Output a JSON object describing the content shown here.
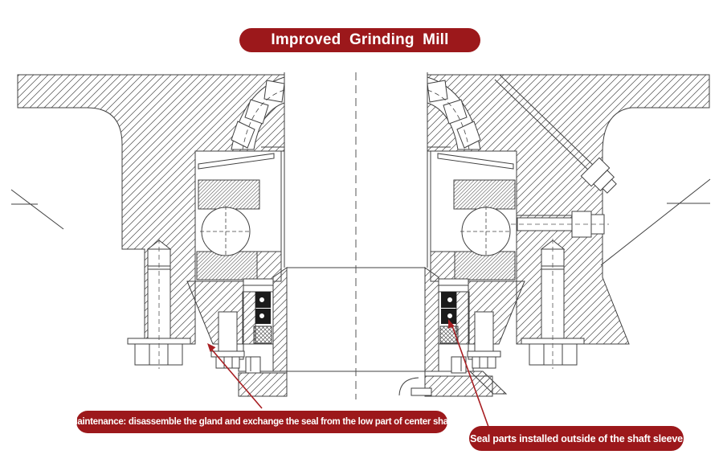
{
  "title": {
    "text": "Improved Grinding Mill"
  },
  "annotations": {
    "left": {
      "text": "Maintenance: disassemble the gland and exchange the seal from the low part of center shaft"
    },
    "right": {
      "text": "Seal parts installed outside of the shaft sleeve"
    }
  },
  "colors": {
    "banner_bg": "#9c181b",
    "banner_text": "#ffffff",
    "arrow": "#a81e22",
    "line": "#404040",
    "background": "#ffffff"
  }
}
